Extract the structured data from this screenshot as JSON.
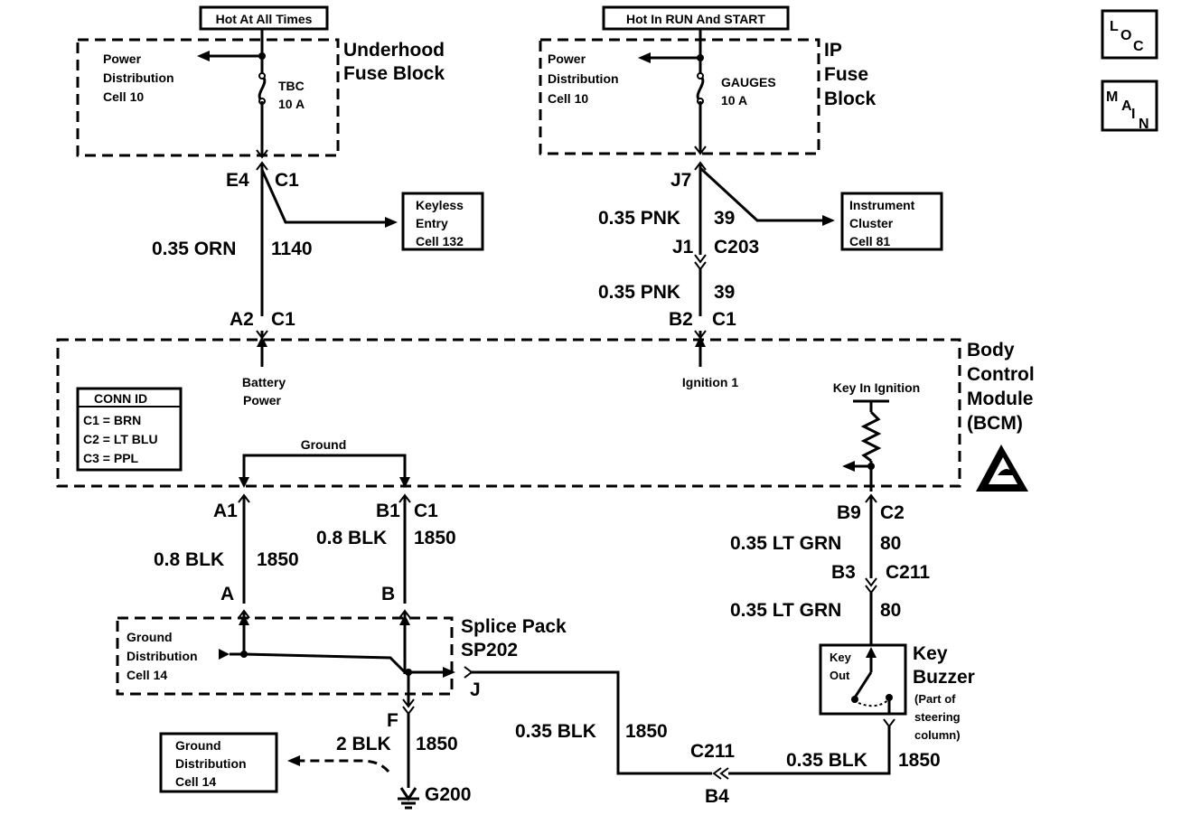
{
  "nav": {
    "loc": "LOC",
    "main": "MAIN"
  },
  "power": {
    "hot_always": "Hot At All Times",
    "hot_run_start": "Hot In RUN And START",
    "underhood_block_1": "Underhood",
    "underhood_block_2": "Fuse Block",
    "ip_block_1": "IP",
    "ip_block_2": "Fuse",
    "ip_block_3": "Block",
    "pd1_1": "Power",
    "pd1_2": "Distribution",
    "pd1_3": "Cell 10",
    "pd2_1": "Power",
    "pd2_2": "Distribution",
    "pd2_3": "Cell 10",
    "fuse1_name": "TBC",
    "fuse1_amp": "10 A",
    "fuse2_name": "GAUGES",
    "fuse2_amp": "10 A"
  },
  "refs": {
    "keyless_1": "Keyless",
    "keyless_2": "Entry",
    "keyless_3": "Cell 132",
    "cluster_1": "Instrument",
    "cluster_2": "Cluster",
    "cluster_3": "Cell 81",
    "gd_box_1": "Ground",
    "gd_box_2": "Distribution",
    "gd_box_3": "Cell 14"
  },
  "wires": {
    "e4": "E4",
    "c1_top": "C1",
    "orn_color": "0.35 ORN",
    "orn_circuit": "1140",
    "a2": "A2",
    "c1_a2": "C1",
    "j7": "J7",
    "pnk_color_1": "0.35 PNK",
    "pnk_circuit_1": "39",
    "j1": "J1",
    "c203": "C203",
    "pnk_color_2": "0.35 PNK",
    "pnk_circuit_2": "39",
    "b2": "B2",
    "c1_b2": "C1",
    "a1": "A1",
    "b1": "B1",
    "c1_b1": "C1",
    "blk08_a_color": "0.8 BLK",
    "blk08_a_circuit": "1850",
    "blk08_b_color": "0.8 BLK",
    "blk08_b_circuit": "1850",
    "a": "A",
    "b": "B",
    "f": "F",
    "j": "J",
    "blk2_color": "2 BLK",
    "blk2_circuit": "1850",
    "g200": "G200",
    "b9": "B9",
    "c2": "C2",
    "grn_color_1": "0.35 LT GRN",
    "grn_circuit_1": "80",
    "b3": "B3",
    "c211": "C211",
    "grn_color_2": "0.35 LT GRN",
    "grn_circuit_2": "80",
    "blk035_color_1": "0.35 BLK",
    "blk035_circuit_1": "1850",
    "c211_b": "C211",
    "b4": "B4",
    "blk035_color_2": "0.35 BLK",
    "blk035_circuit_2": "1850"
  },
  "bcm": {
    "title_1": "Body",
    "title_2": "Control",
    "title_3": "Module",
    "title_4": "(BCM)",
    "battery_1": "Battery",
    "battery_2": "Power",
    "ignition": "Ignition 1",
    "key_in": "Key In Ignition",
    "ground": "Ground",
    "conn_title": "CONN ID",
    "conn_c1": "C1 = BRN",
    "conn_c2": "C2 = LT BLU",
    "conn_c3": "C3 = PPL"
  },
  "splice": {
    "title_1": "Splice Pack",
    "title_2": "SP202",
    "gd_1": "Ground",
    "gd_2": "Distribution",
    "gd_3": "Cell 14"
  },
  "buzzer": {
    "title_1": "Key",
    "title_2": "Buzzer",
    "note_1": "(Part of",
    "note_2": "steering",
    "note_3": "column)",
    "key_1": "Key",
    "key_2": "Out"
  }
}
